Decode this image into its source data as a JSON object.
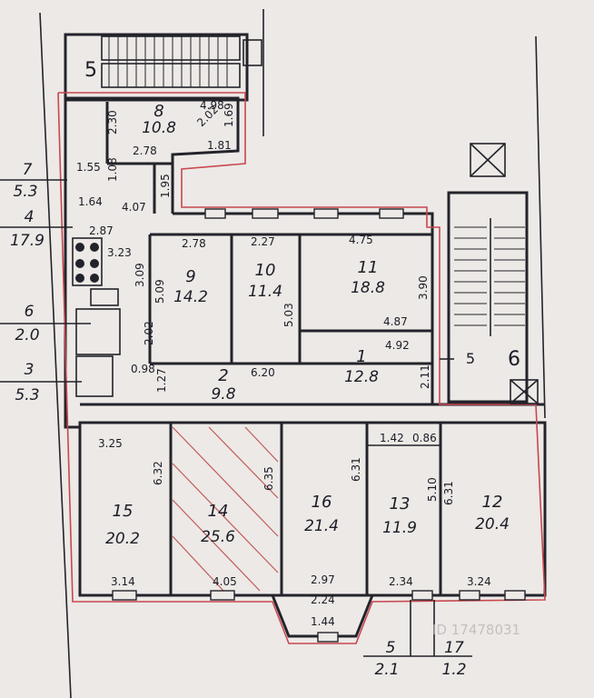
{
  "rooms": [
    {
      "id": "r8",
      "number": "8",
      "area": "10.8"
    },
    {
      "id": "r9",
      "number": "9",
      "area": "14.2"
    },
    {
      "id": "r10",
      "number": "10",
      "area": "11.4"
    },
    {
      "id": "r11",
      "number": "11",
      "area": "18.8"
    },
    {
      "id": "r1",
      "number": "1",
      "area": "12.8"
    },
    {
      "id": "r2",
      "number": "2",
      "area": "9.8"
    },
    {
      "id": "r15",
      "number": "15",
      "area": "20.2"
    },
    {
      "id": "r14",
      "number": "14",
      "area": "25.6"
    },
    {
      "id": "r16",
      "number": "16",
      "area": "21.4"
    },
    {
      "id": "r13",
      "number": "13",
      "area": "11.9"
    },
    {
      "id": "r12",
      "number": "12",
      "area": "20.4"
    }
  ],
  "side_callouts": [
    {
      "id": "c7",
      "number": "7",
      "area": "5.3"
    },
    {
      "id": "c4",
      "number": "4",
      "area": "17.9"
    },
    {
      "id": "c6",
      "number": "6",
      "area": "2.0"
    },
    {
      "id": "c3",
      "number": "3",
      "area": "5.3"
    },
    {
      "id": "c5",
      "number": "5",
      "area": "2.1"
    },
    {
      "id": "c17",
      "number": "17",
      "area": "1.2"
    }
  ],
  "stair_labels": {
    "left": "5",
    "right_small": "5",
    "right_big": "6"
  },
  "dimensions": [
    "4.98",
    "2.30",
    "1.69",
    "2.78",
    "1.81",
    "1.55",
    "1.08",
    "1.64",
    "1.95",
    "4.07",
    "2.87",
    "3.23",
    "2.78",
    "2.27",
    "4.75",
    "3.90",
    "3.09",
    "5.09",
    "5.03",
    "4.87",
    "4.92",
    "2.02",
    "0.98",
    "1.27",
    "6.20",
    "2.11",
    "3.25",
    "6.32",
    "6.35",
    "6.31",
    "1.42",
    "0.86",
    "5.10",
    "6.31",
    "3.14",
    "4.05",
    "2.97",
    "2.24",
    "1.44",
    "2.34",
    "3.24",
    "2.02"
  ],
  "watermark": "ID 17478031"
}
